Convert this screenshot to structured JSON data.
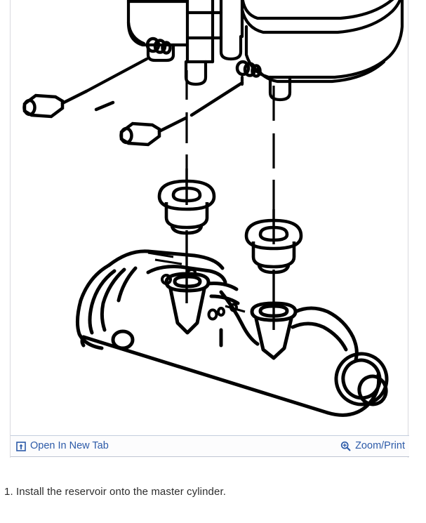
{
  "viewer": {
    "toolbar": {
      "open_new_tab": {
        "label": "Open In New Tab",
        "icon": "open-in-new-tab-icon"
      },
      "zoom_print": {
        "label": "Zoom/Print",
        "icon": "magnifier-plus-icon"
      },
      "link_color": "#2c5aa8",
      "background_color": "#fcfcfd",
      "border_color": "#c3cddd"
    },
    "figure": {
      "alt": "Exploded line drawing: brake fluid reservoir, two rubber grommets and two retaining pins being installed onto a master cylinder body",
      "line_color": "#000000",
      "background_color": "#ffffff"
    }
  },
  "caption": {
    "step_text": "1. Install the reservoir onto the master cylinder.",
    "text_color": "#2d2d2d"
  },
  "page": {
    "background_color": "#ffffff",
    "panel_border_color": "#d9d9de"
  }
}
